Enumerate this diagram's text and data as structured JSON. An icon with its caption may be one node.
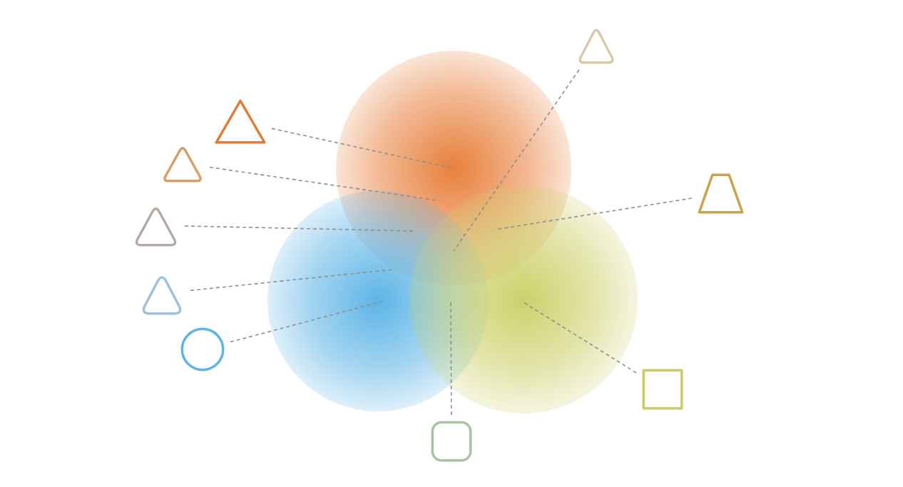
{
  "diagram": {
    "nodes": [
      {
        "text": [],
        "shape": "triangle"
      },
      {
        "text": [],
        "shape": "triangle"
      },
      {
        "text": [],
        "shape": "triangle"
      },
      {
        "text": [],
        "shape": "trapezoid"
      },
      {
        "text": [],
        "shape": "triangle"
      },
      {
        "text": [],
        "shape": "triangle"
      },
      {
        "text": [],
        "shape": "circle"
      },
      {
        "text": [],
        "shape": "box"
      },
      {
        "text": [],
        "shape": "box"
      },
      {
        "text": [],
        "shape": "cloud"
      },
      {
        "text": [],
        "shape": "cloud"
      },
      {
        "text": [],
        "shape": "cloud"
      }
    ],
    "edges": [
      {
        "from": 0,
        "to": 9,
        "arrow": "none",
        "style": "dashed"
      },
      {
        "from": 1,
        "to": 9,
        "arrow": "none",
        "style": "dashed"
      },
      {
        "from": 2,
        "to": 9,
        "arrow": "none",
        "style": "dashed"
      },
      {
        "from": 3,
        "to": 11,
        "arrow": "none",
        "style": "dashed"
      },
      {
        "from": 4,
        "to": 9,
        "arrow": "none",
        "style": "dashed"
      },
      {
        "from": 5,
        "to": 10,
        "arrow": "none",
        "style": "dashed"
      },
      {
        "from": 6,
        "to": 10,
        "arrow": "none",
        "style": "dashed"
      },
      {
        "from": 7,
        "to": 11,
        "arrow": "none",
        "style": "dashed"
      },
      {
        "from": 8,
        "to": 11,
        "arrow": "none",
        "style": "dashed"
      }
    ]
  }
}
